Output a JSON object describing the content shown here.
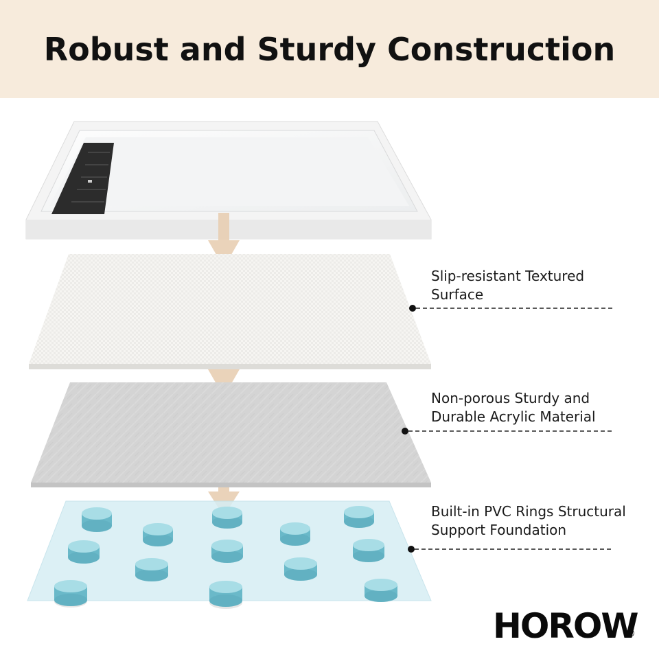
{
  "title": "Robust and Sturdy Construction",
  "layers": [
    {
      "label_line1": "Slip-resistant Textured",
      "label_line2": "Surface"
    },
    {
      "label_line1": "Non-porous Sturdy and",
      "label_line2": "Durable Acrylic Material"
    },
    {
      "label_line1": "Built-in PVC Rings Structural",
      "label_line2": "Support Foundation"
    }
  ],
  "brand": {
    "name": "HOROW",
    "mark": "®"
  },
  "colors": {
    "header_bg": "#f7ebdc",
    "arrow": "#e8cfb3",
    "ring": "#7ec8d6",
    "glass": "#d6eef4"
  }
}
